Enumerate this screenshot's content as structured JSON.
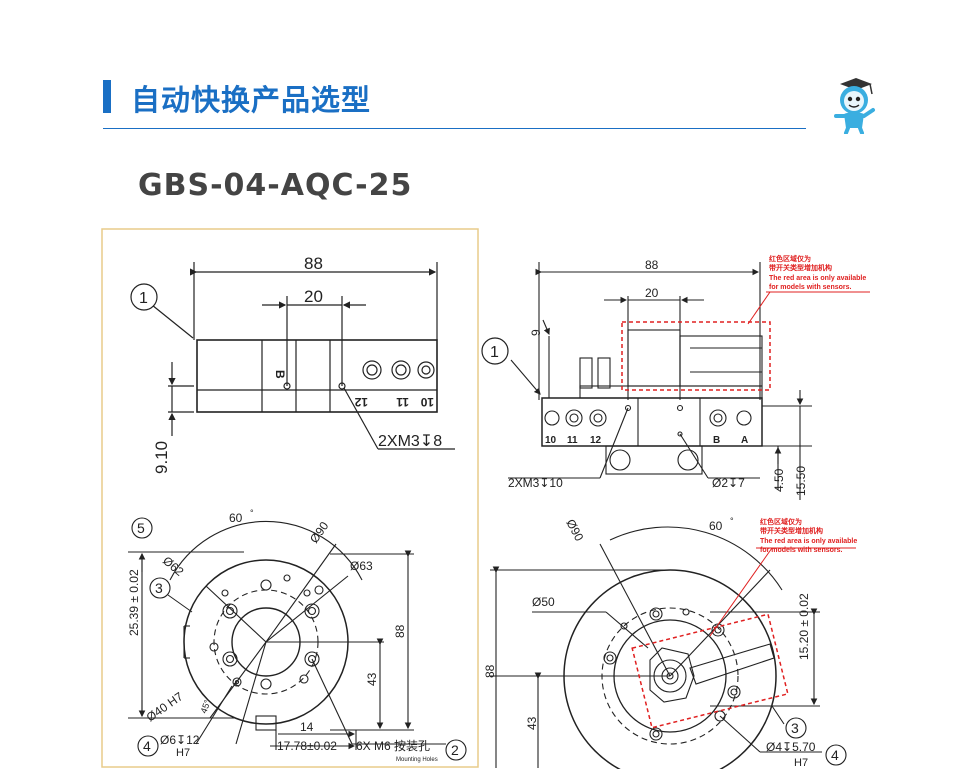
{
  "header": {
    "title": "自动快换产品选型"
  },
  "model": "GBS-04-AQC-25",
  "left_side_view": {
    "dim_total": "88",
    "dim_mid": "20",
    "dim_height": "9.10",
    "hole_note": "2XM3↧8",
    "callout": "1",
    "ports": [
      "12",
      "11",
      "10"
    ],
    "port_letter": "B"
  },
  "right_side_view": {
    "dim_total": "88",
    "dim_mid": "20",
    "dim_height_a": "9",
    "dim_h1": "4.50",
    "dim_h2": "15.50",
    "hole_note": "2XM3↧10",
    "pin_note": "Ø2↧7",
    "callout": "1",
    "ports": [
      "10",
      "11",
      "12"
    ],
    "letters": [
      "B",
      "A"
    ],
    "sensor_note_cn": [
      "红色区域仅为",
      "带开关类型增加机构"
    ],
    "sensor_note_en": [
      "The red area is only available",
      "for models with sensors."
    ]
  },
  "left_top_view": {
    "angle": "60",
    "dia_outer": "Ø90",
    "dia_62": "Ø62",
    "dia_63": "Ø63",
    "dia_40": "Ø40 H7",
    "dim_25": "25.39 ± 0.02",
    "dim_88": "88",
    "dim_43": "43",
    "dim_14": "14",
    "dim_1778": "17.78±0.02",
    "angle_45": "45°",
    "pin_note": "Ø6↧12",
    "pin_fit": "H7",
    "mount_note": "6X  M6  按装孔",
    "mount_en": "Mounting Holes",
    "callouts": [
      "5",
      "3",
      "4",
      "2"
    ]
  },
  "right_top_view": {
    "angle": "60",
    "dia_outer": "Ø90",
    "dia_50": "Ø50",
    "dim_1520": "15.20 ± 0.02",
    "dim_88": "88",
    "dim_43": "43",
    "pin_note": "Ø4↧5.70",
    "pin_fit": "H7",
    "callouts": [
      "3",
      "4"
    ],
    "sensor_note_cn": [
      "红色区域仅为",
      "带开关类型增加机构"
    ],
    "sensor_note_en": [
      "The red area is only available",
      "for models with sensors."
    ]
  },
  "colors": {
    "accent": "#1a6fc4",
    "sensor": "#e02020",
    "panel_border": "#e8cc8a"
  }
}
